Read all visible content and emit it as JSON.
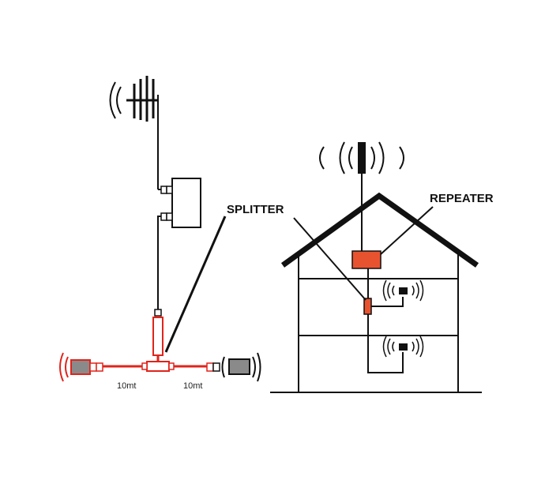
{
  "labels": {
    "splitter": "SPLITTER",
    "repeater": "REPEATER",
    "distance_left": "10mt",
    "distance_right": "10mt"
  },
  "colors": {
    "line": "#111111",
    "accent_red": "#e0241b",
    "repeater_fill": "#e8532f",
    "splitter_fill": "#e8532f",
    "device_grey": "#8a8a8a"
  },
  "icons": [
    "antenna-icon",
    "signal-waves-icon",
    "repeater-box-icon",
    "splitter-icon",
    "indoor-antenna-icon",
    "house-icon"
  ]
}
